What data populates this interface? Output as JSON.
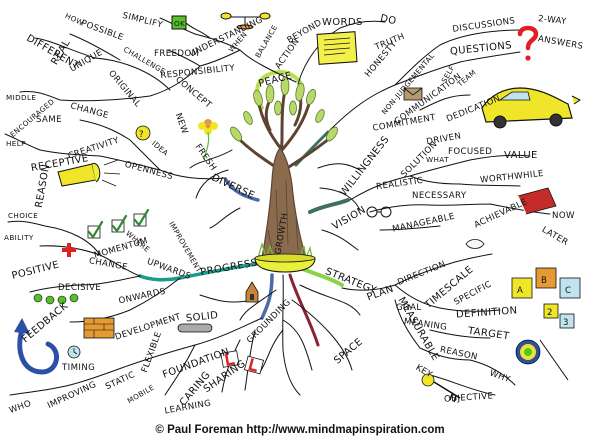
{
  "map": {
    "center": "GROWTH",
    "words": {
      "simplify": "SIMPLIFY",
      "ok": "OK",
      "how": "HOW",
      "possible": "POSSIBLE",
      "understanding": "UNDERSTANDING",
      "when": "WHEN",
      "balance": "BALANCE",
      "action": "ACTION",
      "beyond": "BEYOND",
      "words": "WORDS",
      "do": "DO",
      "real": "REAL",
      "unique": "UNIQUE",
      "challenge": "CHALLENGE",
      "freedom": "FREEDOM",
      "responsibility": "RESPONSIBILITY",
      "peace": "PEACE",
      "different": "DIFFERENT",
      "middle": "MIDDLE",
      "original": "ORIGINAL",
      "concept": "CONCEPT",
      "change_top": "CHANGE",
      "same": "SAME",
      "new": "NEW",
      "idea": "IDEA",
      "encouraged": "ENCOURAGED",
      "help": "HELP",
      "creativity": "CREATIVITY",
      "fresh": "FRESH",
      "receptive": "RECEPTIVE",
      "openness": "OPENNESS",
      "diverse": "DIVERSE",
      "honesty": "HONESTY",
      "truth": "TRUTH",
      "discussions": "DISCUSSIONS",
      "two_way": "2-WAY",
      "questions": "QUESTIONS",
      "answers": "ANSWERS",
      "non_judgemental": "NON-JUDGEMENTAL",
      "communication": "COMMUNICATION",
      "self": "SELF",
      "team": "TEAM",
      "commitment": "COMMITMENT",
      "dedication": "DEDICATION",
      "willingness": "WILLINGNESS",
      "solution": "SOLUTION",
      "driven": "DRIVEN",
      "focused": "FOCUSED",
      "value": "VALUE",
      "what": "WHAT",
      "realistic": "REALISTIC",
      "worthwhile": "WORTHWHILE",
      "necessary": "NECESSARY",
      "vision": "VISION",
      "manageable": "MANAGEABLE",
      "achievable": "ACHIEVABLE",
      "now": "NOW",
      "later": "LATER",
      "reason_left": "REASON",
      "choice": "CHOICE",
      "ability": "ABILITY",
      "positive": "POSITIVE",
      "momentum": "MOMENTUM",
      "where": "WHERE",
      "improvement": "IMPROVEMENT",
      "change_mid": "CHANGE",
      "upwards": "UPWARDS",
      "decisive": "DECISIVE",
      "progress": "PROGRESS",
      "onwards": "ONWARDS",
      "feedback": "FEEDBACK",
      "development": "DEVELOPMENT",
      "solid": "SOLID",
      "grounding": "GROUNDING",
      "timing": "TIMING",
      "flexible": "FLEXIBLE",
      "foundation": "FOUNDATION",
      "improving": "IMPROVING",
      "static": "STATIC",
      "mobile": "MOBILE",
      "caring": "CARING",
      "sharing": "SHARING",
      "learning": "LEARNING",
      "who": "WHO",
      "space": "SPACE",
      "strategy": "STRATEGY",
      "direction": "DIRECTION",
      "plan": "PLAN",
      "timescale": "TIMESCALE",
      "specific": "SPECIFIC",
      "goal": "GOAL",
      "meaning": "MEANING",
      "definition": "DEFINITION",
      "measurable": "MEASURABLE",
      "target": "TARGET",
      "reason_right": "REASON",
      "why": "WHY",
      "key": "KEY",
      "objective": "OBJECTIVE",
      "abc_a": "A",
      "abc_b": "B",
      "abc_c": "C",
      "num_2": "2",
      "num_3": "3"
    },
    "credit": "© Paul Foreman http://www.mindmapinspiration.com"
  },
  "colors": {
    "bark": "#8a6b4e",
    "bark_dark": "#5d4432",
    "leaf": "#b7d96b",
    "pot": "#e9ef3a",
    "grass": "#7cb342",
    "branch_peace": "#b8e04a",
    "branch_growth_left": "#4d6ba8",
    "branch_vision": "#3d6f63",
    "branch_progress": "#1d9a8a",
    "branch_strategy": "#8ad24a",
    "branch_space": "#8a2331",
    "branch_grounding": "#4d6ba8",
    "red": "#e02121",
    "yellow": "#f0e629",
    "green": "#56c02a",
    "blue": "#2c4fa8",
    "orange": "#e69a33"
  }
}
